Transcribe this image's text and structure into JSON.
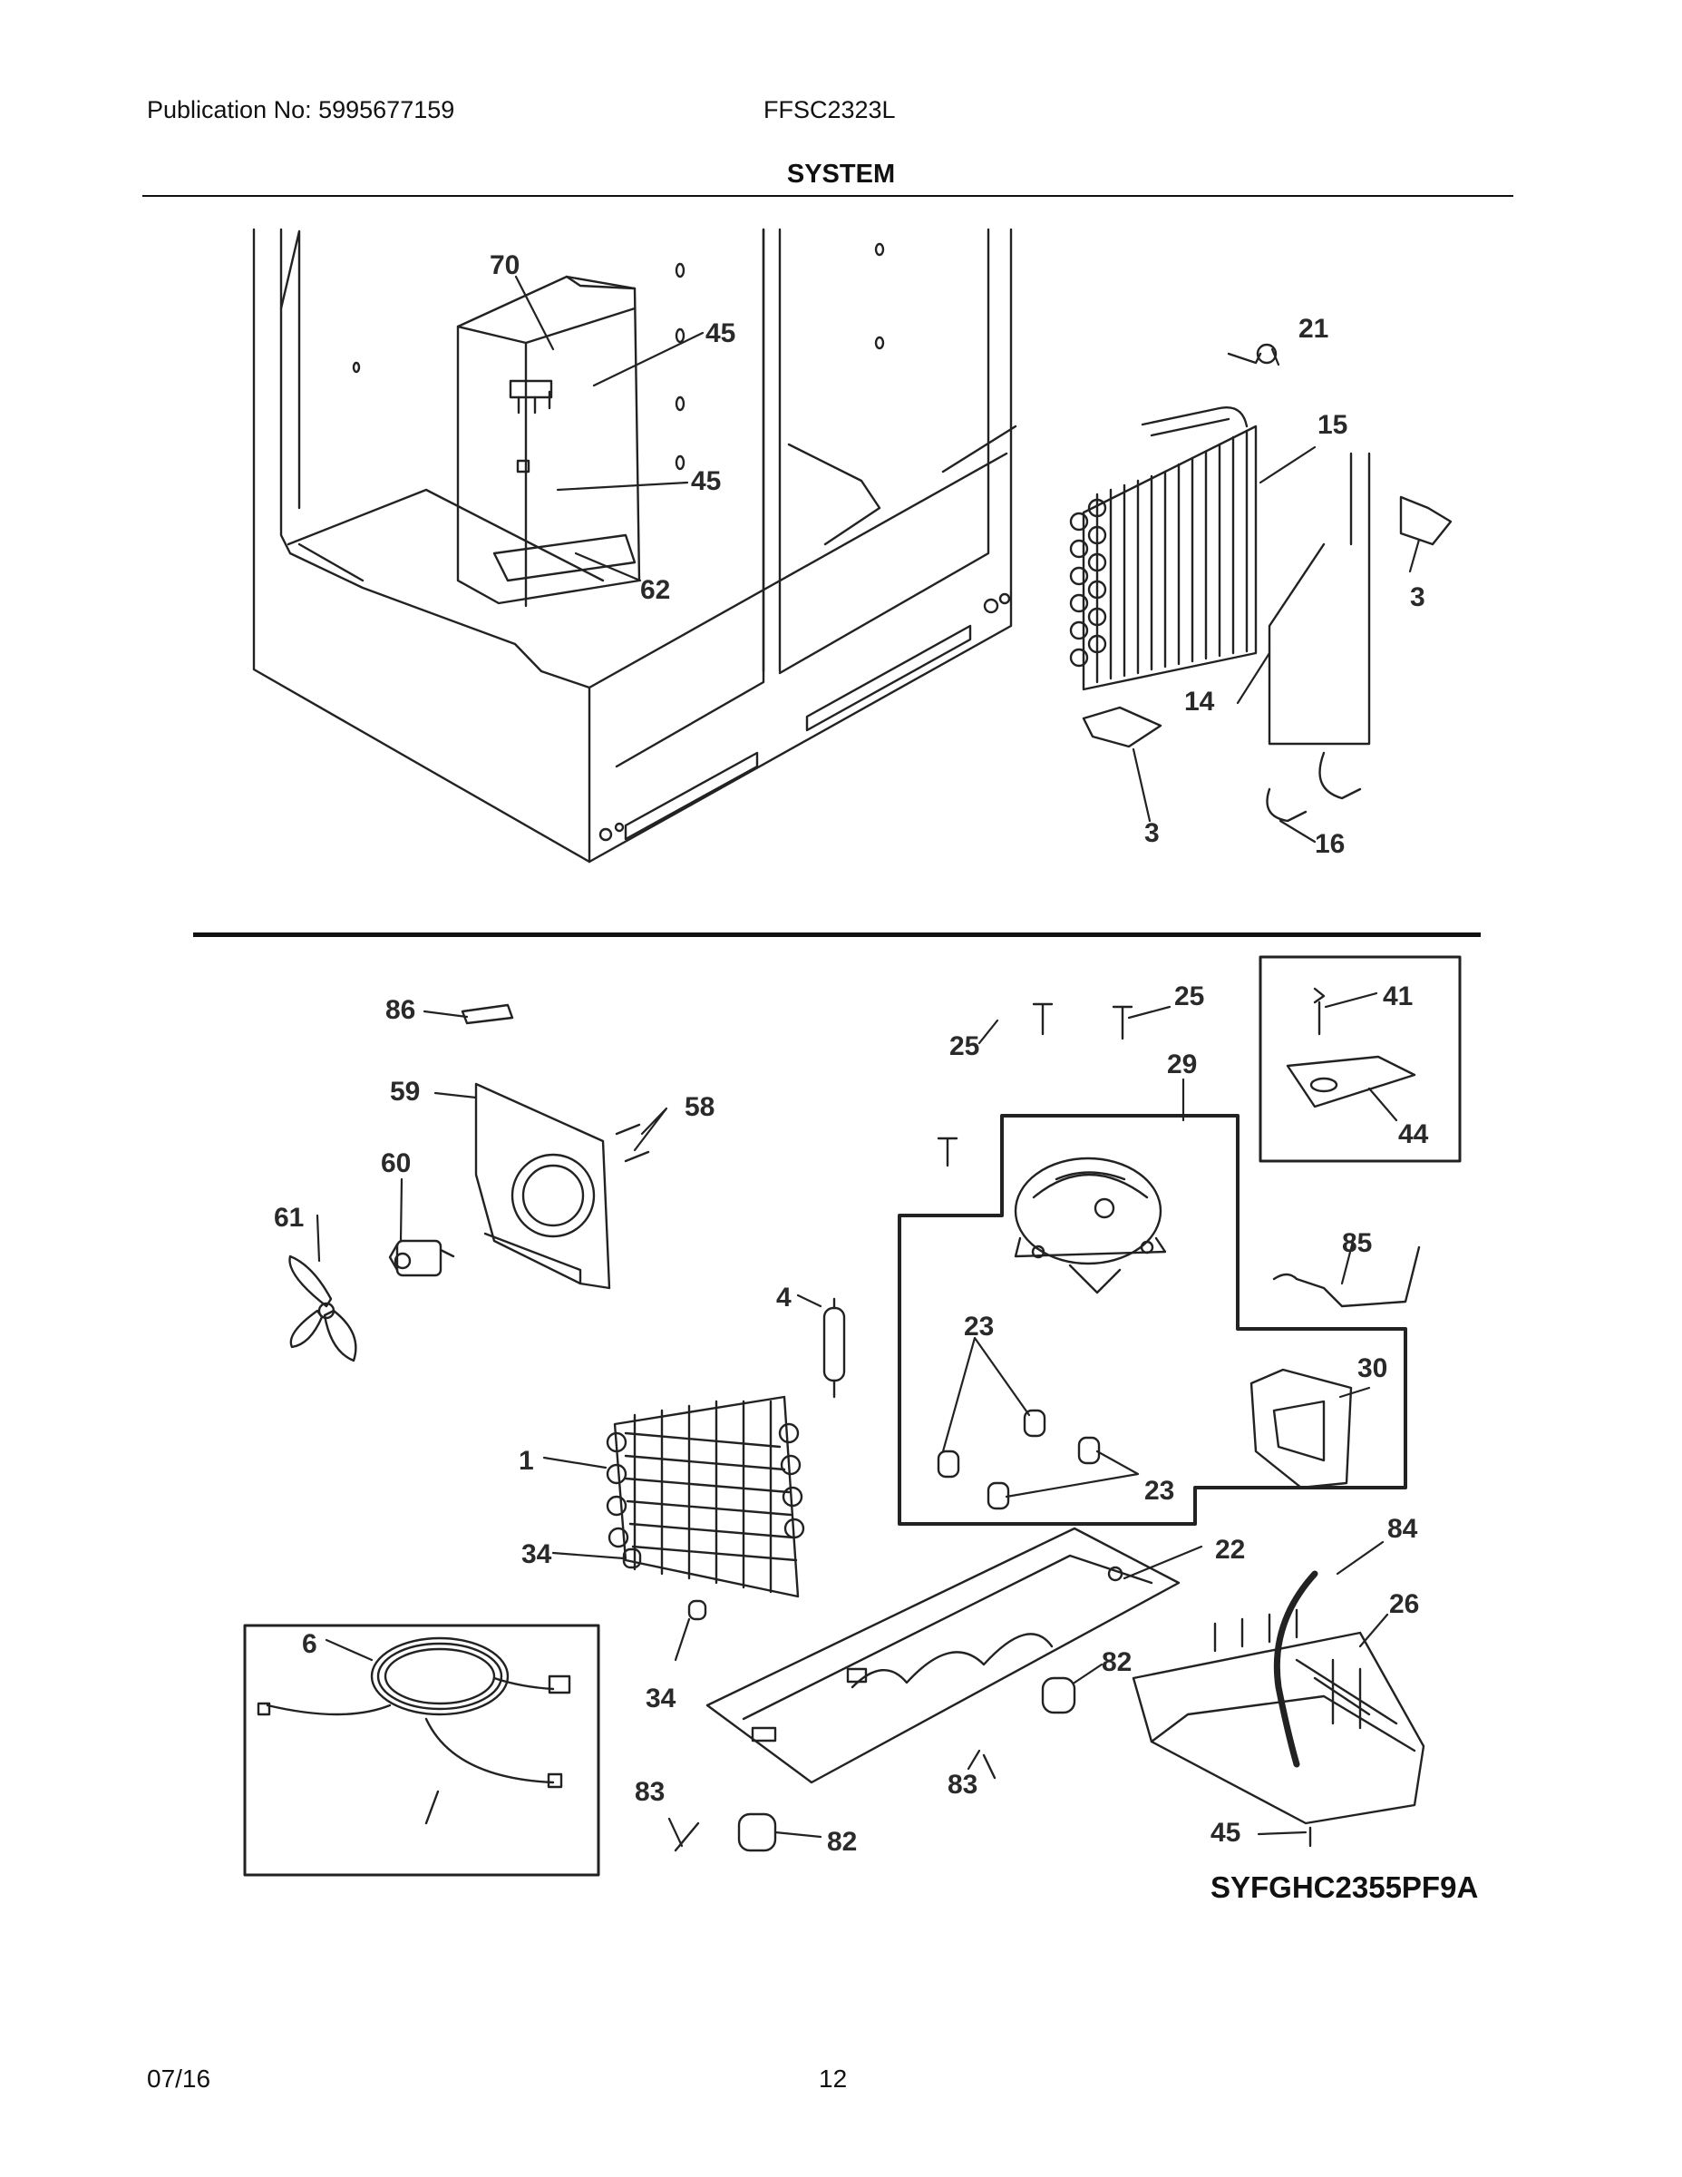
{
  "header": {
    "publication": "Publication No: 5995677159",
    "model": "FFSC2323L",
    "title": "SYSTEM"
  },
  "callouts": {
    "upper": [
      "70",
      "45",
      "45",
      "62",
      "21",
      "15",
      "3",
      "3",
      "14",
      "16"
    ],
    "lower": [
      "86",
      "59",
      "58",
      "60",
      "61",
      "4",
      "1",
      "34",
      "34",
      "6",
      "25",
      "25",
      "29",
      "41",
      "44",
      "85",
      "23",
      "23",
      "30",
      "22",
      "84",
      "26",
      "82",
      "82",
      "83",
      "83",
      "45"
    ]
  },
  "diagram_code": "SYFGHC2355PF9A",
  "footer": {
    "date": "07/16",
    "page": "12"
  }
}
